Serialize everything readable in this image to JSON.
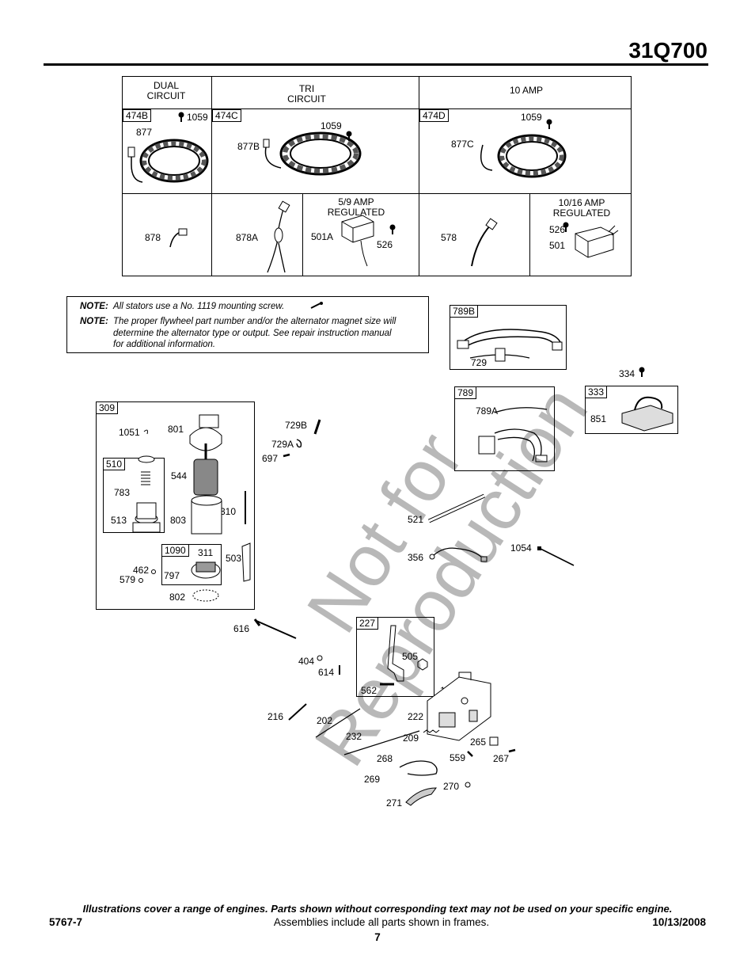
{
  "header": {
    "title": "31Q700"
  },
  "stator_table": {
    "columns": [
      "DUAL\nCIRCUIT",
      "TRI\nCIRCUIT",
      "10 AMP"
    ],
    "row1": {
      "dual": {
        "tag": "474B",
        "labels": [
          "1059",
          "877"
        ]
      },
      "tri": {
        "tag": "474C",
        "labels": [
          "1059",
          "877B"
        ]
      },
      "ten": {
        "tag": "474D",
        "labels": [
          "1059",
          "877C"
        ]
      }
    },
    "row2": {
      "c1": {
        "labels": [
          "878"
        ]
      },
      "c2": {
        "labels": [
          "878A"
        ]
      },
      "c3": {
        "header": "5/9 AMP\nREGULATED",
        "labels": [
          "501A",
          "526"
        ]
      },
      "c4": {
        "labels": [
          "578"
        ]
      },
      "c5": {
        "header": "10/16 AMP\nREGULATED",
        "labels": [
          "526",
          "501"
        ]
      }
    }
  },
  "notes": {
    "note1_label": "NOTE:",
    "note1_text": "All stators use a No. 1119 mounting screw.",
    "note2_label": "NOTE:",
    "note2_text_l1": "The proper flywheel part number and/or the alternator magnet size will",
    "note2_text_l2": "determine the alternator type or output. See repair instruction manual",
    "note2_text_l3": "for additional information."
  },
  "frames": {
    "f789B": {
      "tag": "789B",
      "labels": [
        "729"
      ]
    },
    "f789": {
      "tag": "789",
      "labels": [
        "789A"
      ]
    },
    "f333": {
      "tag": "333",
      "labels": [
        "851"
      ]
    },
    "f309": {
      "tag": "309",
      "labels": [
        "1051",
        "801",
        "544",
        "310",
        "803",
        "503",
        "462",
        "579",
        "802"
      ]
    },
    "f510": {
      "tag": "510",
      "labels": [
        "783",
        "513"
      ]
    },
    "f1090": {
      "tag": "1090",
      "labels": [
        "311",
        "797"
      ]
    },
    "f227": {
      "tag": "227",
      "labels": [
        "505",
        "562"
      ]
    }
  },
  "loose_labels": {
    "l334": "334",
    "l729B": "729B",
    "l729A": "729A",
    "l697": "697",
    "l521": "521",
    "l356": "356",
    "l1054": "1054",
    "l616": "616",
    "l404": "404",
    "l614": "614",
    "l188": "188",
    "l216": "216",
    "l202": "202",
    "l222": "222",
    "l232": "232",
    "l209": "209",
    "l265": "265",
    "l268": "268",
    "l559": "559",
    "l267": "267",
    "l269": "269",
    "l270": "270",
    "l271": "271"
  },
  "watermark": {
    "line1": "Not for",
    "line2": "Reproduction"
  },
  "footer": {
    "disclaimer": "Illustrations cover a range of engines. Parts shown without corresponding text may not be used on your specific engine.",
    "doc_number": "5767-7",
    "assemblies_note": "Assemblies include all parts shown in frames.",
    "date": "10/13/2008",
    "page_number": "7"
  }
}
